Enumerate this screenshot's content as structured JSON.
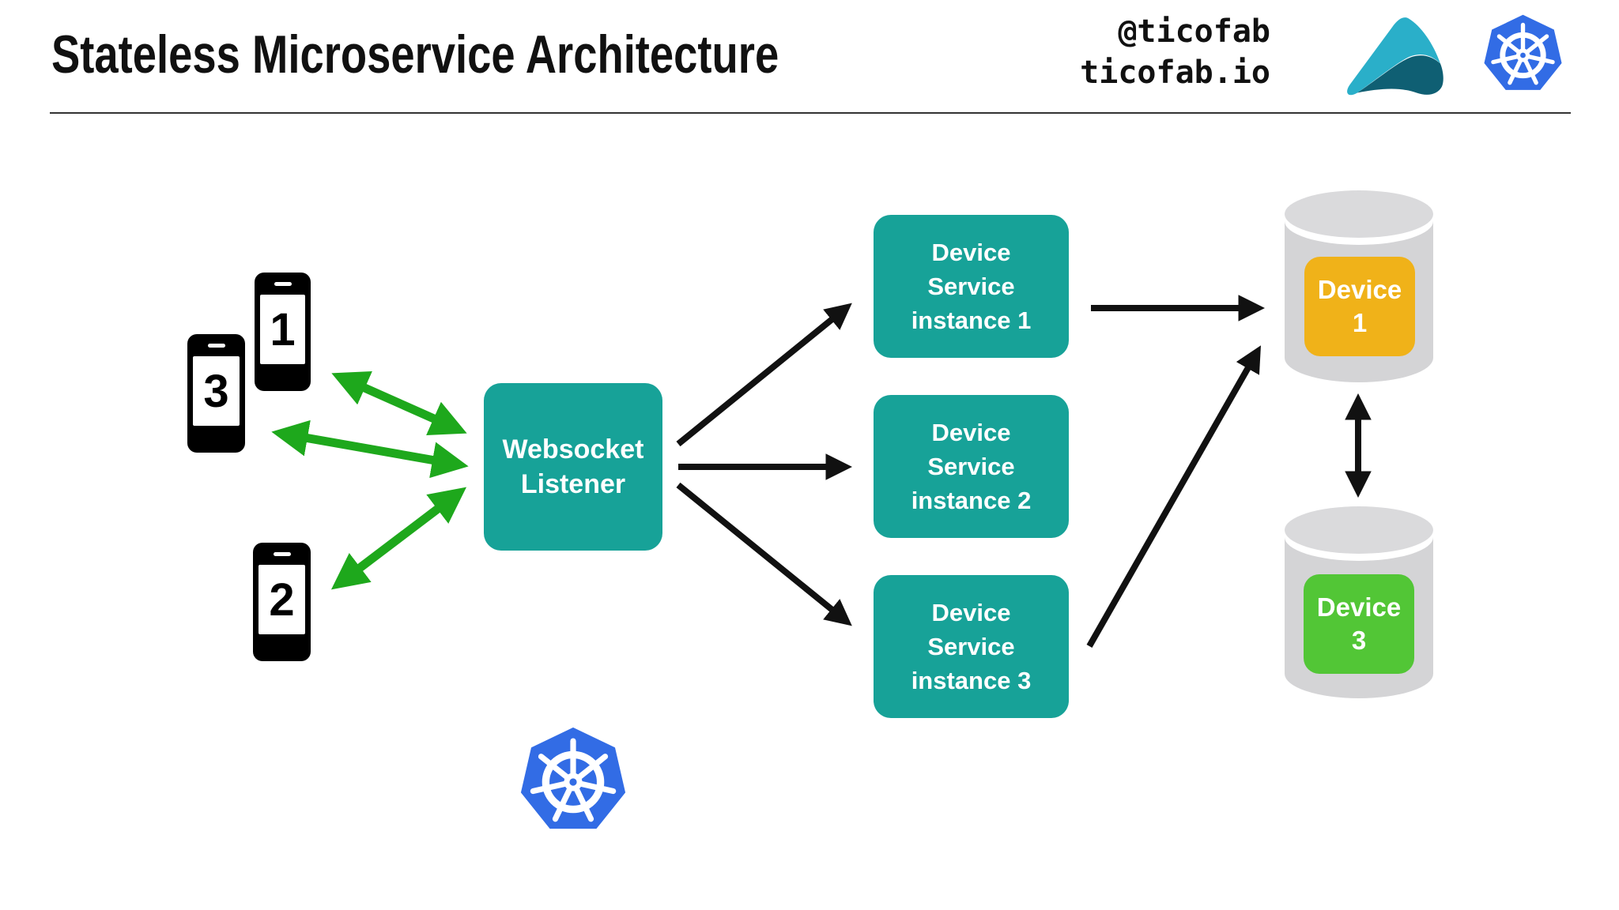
{
  "header": {
    "title": "Stateless Microservice Architecture",
    "handle": {
      "line1": "@ticofab",
      "line2": "ticofab.io"
    },
    "logos": [
      "akka-logo",
      "kubernetes-logo"
    ]
  },
  "phones": [
    {
      "label": "1"
    },
    {
      "label": "3"
    },
    {
      "label": "2"
    }
  ],
  "websocket": {
    "label": "Websocket\nListener"
  },
  "instances": [
    {
      "label": "Device\nService\ninstance 1"
    },
    {
      "label": "Device\nService\ninstance 2"
    },
    {
      "label": "Device\nService\ninstance 3"
    }
  ],
  "devices": [
    {
      "label": "Device\n1",
      "color": "#F0B219"
    },
    {
      "label": "Device\n3",
      "color": "#52C636"
    }
  ],
  "colors": {
    "teal_box": "#17A298",
    "green_arrow": "#1EA81C",
    "black_arrow": "#111111",
    "device1_orange": "#F0B219",
    "device3_green": "#52C636",
    "cylinder_gray": "#D4D4D6",
    "kubernetes_blue": "#326CE5",
    "akka_light_teal": "#2AAFC9",
    "akka_dark_teal": "#0F5F73"
  }
}
